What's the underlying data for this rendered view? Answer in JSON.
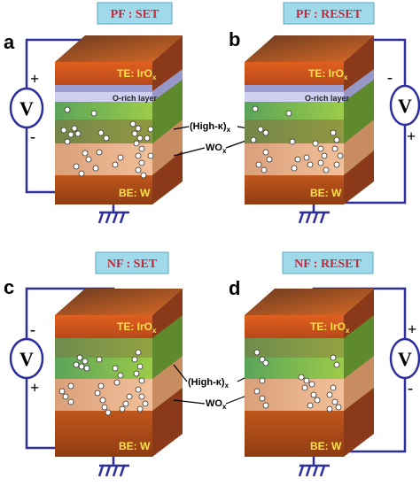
{
  "panels": [
    {
      "letter": "a",
      "title": "PF : SET",
      "sign_top": "+",
      "sign_bottom": "-",
      "source": "V",
      "te": "TE: IrO",
      "te_sub": "x",
      "orich": "O-rich layer",
      "be": "BE: W"
    },
    {
      "letter": "b",
      "title": "PF : RESET",
      "sign_top": "-",
      "sign_bottom": "+",
      "source": "V",
      "te": "TE: IrO",
      "te_sub": "x",
      "orich": "O-rich layer",
      "be": "BE: W"
    },
    {
      "letter": "c",
      "title": "NF : SET",
      "sign_top": "-",
      "sign_bottom": "+",
      "source": "V",
      "te": "TE: IrO",
      "te_sub": "x",
      "be": "BE: W"
    },
    {
      "letter": "d",
      "title": "NF : RESET",
      "sign_top": "+",
      "sign_bottom": "-",
      "source": "V",
      "te": "TE: IrO",
      "te_sub": "x",
      "be": "BE: W"
    }
  ],
  "labels_top": {
    "highk": "(High-κ)",
    "highk_sub": "x",
    "wo": "WO",
    "wo_sub": "x"
  },
  "labels_bottom": {
    "highk": "(High-κ)",
    "highk_sub": "x",
    "wo": "WO",
    "wo_sub": "x"
  },
  "colors": {
    "title_bg": "#9fd9ea",
    "title_text": "#c4283b",
    "wire": "#2e2f9e",
    "te": "#d9561c",
    "highk": "#7fbf3a",
    "wo": "#e8b088",
    "be": "#b8571c",
    "orich": "#cfd0f0"
  }
}
